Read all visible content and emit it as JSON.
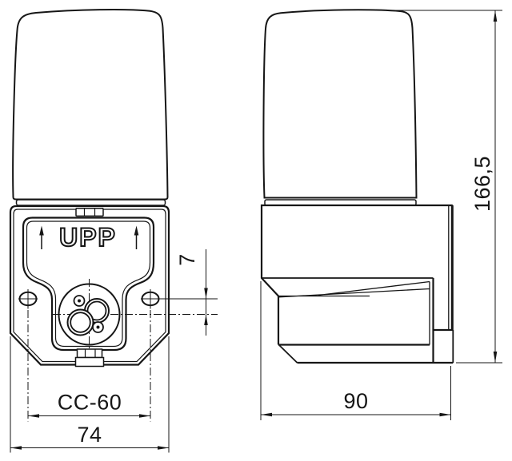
{
  "colors": {
    "line": "#161616",
    "background": "#ffffff"
  },
  "front_view": {
    "panel_label": "UPP",
    "dims": {
      "center_distance": "CC-60",
      "overall_width": "74",
      "hole_offset": "7"
    }
  },
  "side_view": {
    "dims": {
      "depth": "90",
      "overall_height": "166,5"
    }
  }
}
